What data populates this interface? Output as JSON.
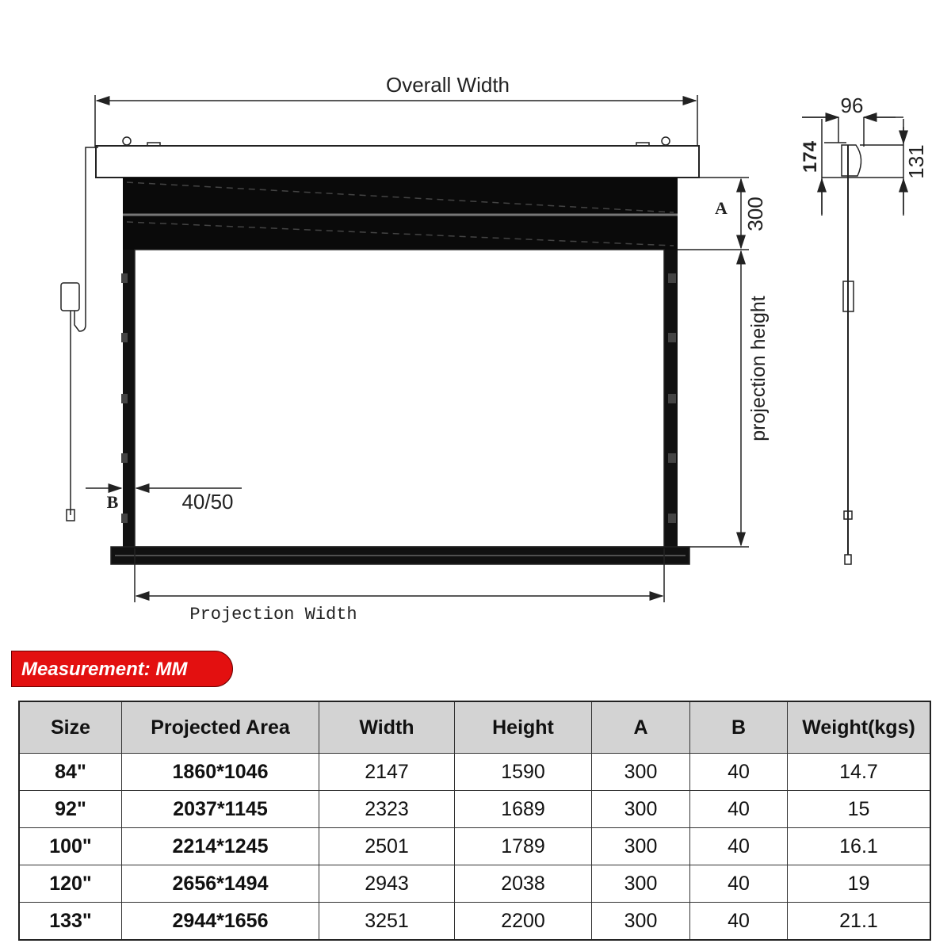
{
  "diagram": {
    "overall_width_label": "Overall Width",
    "projection_width_label": "Projection Width",
    "projection_height_label": "projection height",
    "dim_a_label": "A",
    "dim_a_value": "300",
    "dim_b_label": "B",
    "dim_b_value": "40/50",
    "side_width": "96",
    "side_height_total": "174",
    "side_height_case": "131"
  },
  "badge": {
    "label": "Measurement: MM",
    "color": "#e31010"
  },
  "table": {
    "headers": [
      "Size",
      "Projected Area",
      "Width",
      "Height",
      "A",
      "B",
      "Weight(kgs)"
    ],
    "rows": [
      [
        "84\"",
        "1860*1046",
        "2147",
        "1590",
        "300",
        "40",
        "14.7"
      ],
      [
        "92\"",
        "2037*1145",
        "2323",
        "1689",
        "300",
        "40",
        "15"
      ],
      [
        "100\"",
        "2214*1245",
        "2501",
        "1789",
        "300",
        "40",
        "16.1"
      ],
      [
        "120\"",
        "2656*1494",
        "2943",
        "2038",
        "300",
        "40",
        "19"
      ],
      [
        "133\"",
        "2944*1656",
        "3251",
        "2200",
        "300",
        "40",
        "21.1"
      ]
    ]
  }
}
